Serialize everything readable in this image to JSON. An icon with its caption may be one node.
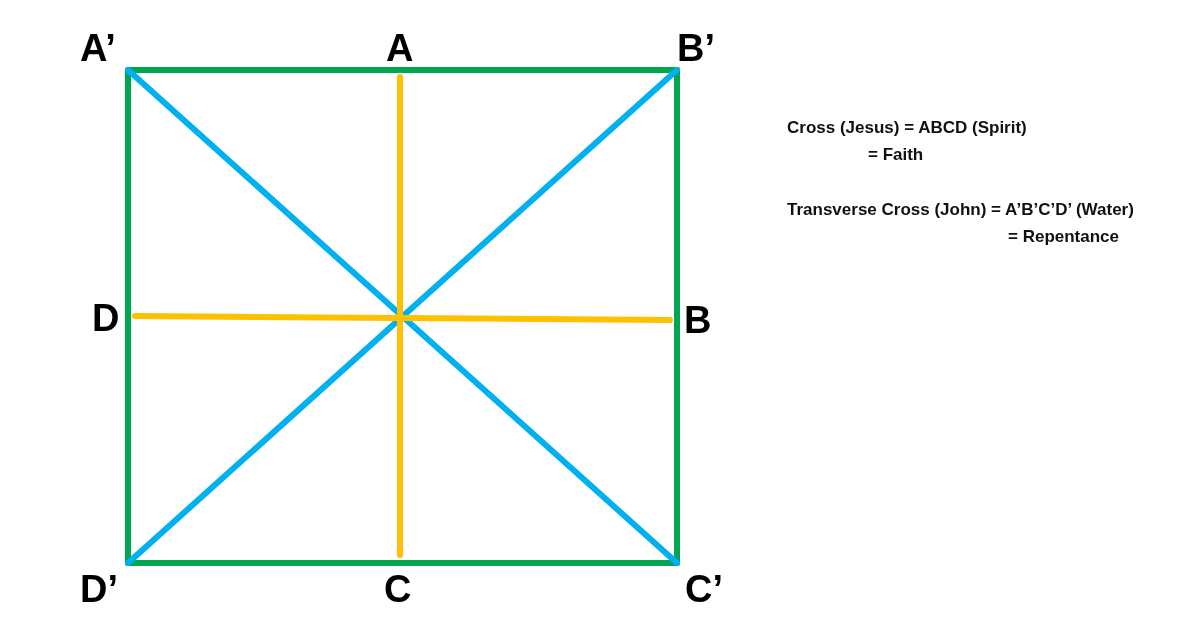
{
  "diagram": {
    "nodes": [
      {
        "text": [
          "A’"
        ]
      },
      {
        "text": [
          "A"
        ]
      },
      {
        "text": [
          "B’"
        ]
      },
      {
        "text": [
          "D"
        ]
      },
      {
        "text": [
          "B"
        ]
      },
      {
        "text": [
          "D’"
        ]
      },
      {
        "text": [
          "C"
        ]
      },
      {
        "text": [
          "C’"
        ]
      }
    ],
    "edges": [
      {
        "from": 0,
        "to": 2,
        "arrow": "none"
      },
      {
        "from": 2,
        "to": 7,
        "arrow": "none"
      },
      {
        "from": 7,
        "to": 5,
        "arrow": "none"
      },
      {
        "from": 5,
        "to": 0,
        "arrow": "none"
      },
      {
        "from": 0,
        "to": 7,
        "arrow": "none",
        "color": "#00b0f0"
      },
      {
        "from": 2,
        "to": 5,
        "arrow": "none",
        "color": "#00b0f0"
      },
      {
        "from": 1,
        "to": 6,
        "arrow": "none",
        "color": "#ffc000"
      },
      {
        "from": 3,
        "to": 4,
        "arrow": "none",
        "color": "#ffc000"
      }
    ],
    "labels": [
      "Cross (Jesus) = ABCD (Spirit)",
      "= Faith",
      "Transverse Cross (John) = A’B’C’D’ (Water)",
      "= Repentance"
    ]
  }
}
